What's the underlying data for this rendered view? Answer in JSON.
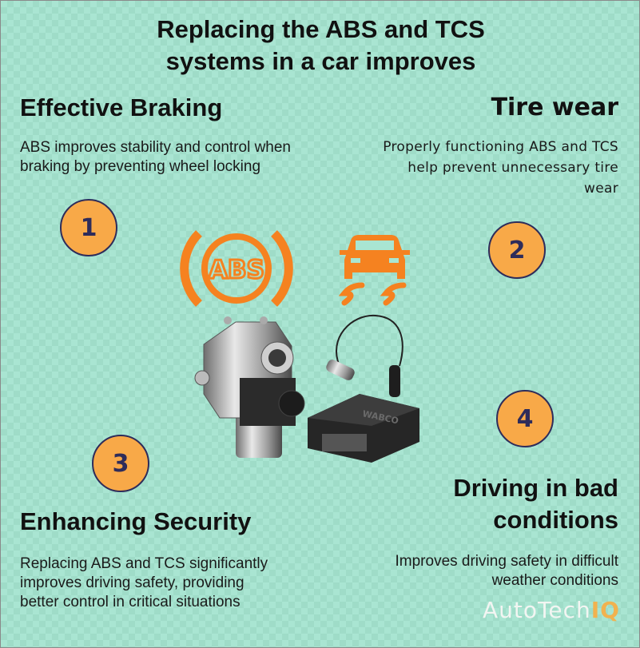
{
  "title": {
    "line1": "Replacing the ABS and TCS",
    "line2": "systems in a car improves"
  },
  "sections": [
    {
      "number": "1",
      "heading": "Effective Braking",
      "body_lines": [
        "ABS improves stability and control when",
        "braking by preventing wheel locking"
      ]
    },
    {
      "number": "2",
      "heading": "Tire wear",
      "body_lines": [
        "Properly functioning ABS and TCS",
        "help prevent unnecessary tire",
        "wear"
      ]
    },
    {
      "number": "3",
      "heading": "Enhancing Security",
      "body_lines": [
        "Replacing ABS and TCS significantly",
        "improves driving safety, providing",
        "better control in critical situations"
      ]
    },
    {
      "number": "4",
      "heading_lines": [
        "Driving in bad",
        "conditions"
      ],
      "body_lines": [
        "Improves driving safety in difficult",
        "weather conditions"
      ]
    }
  ],
  "icons": {
    "abs_label": "ABS"
  },
  "logo": {
    "prefix": "AutoTech",
    "suffix": "IQ"
  },
  "colors": {
    "background": "#a9e5d2",
    "badge_fill": "#f8a948",
    "badge_stroke": "#2e2c5a",
    "icon_orange": "#f58220",
    "logo_accent": "#f1b24f"
  }
}
